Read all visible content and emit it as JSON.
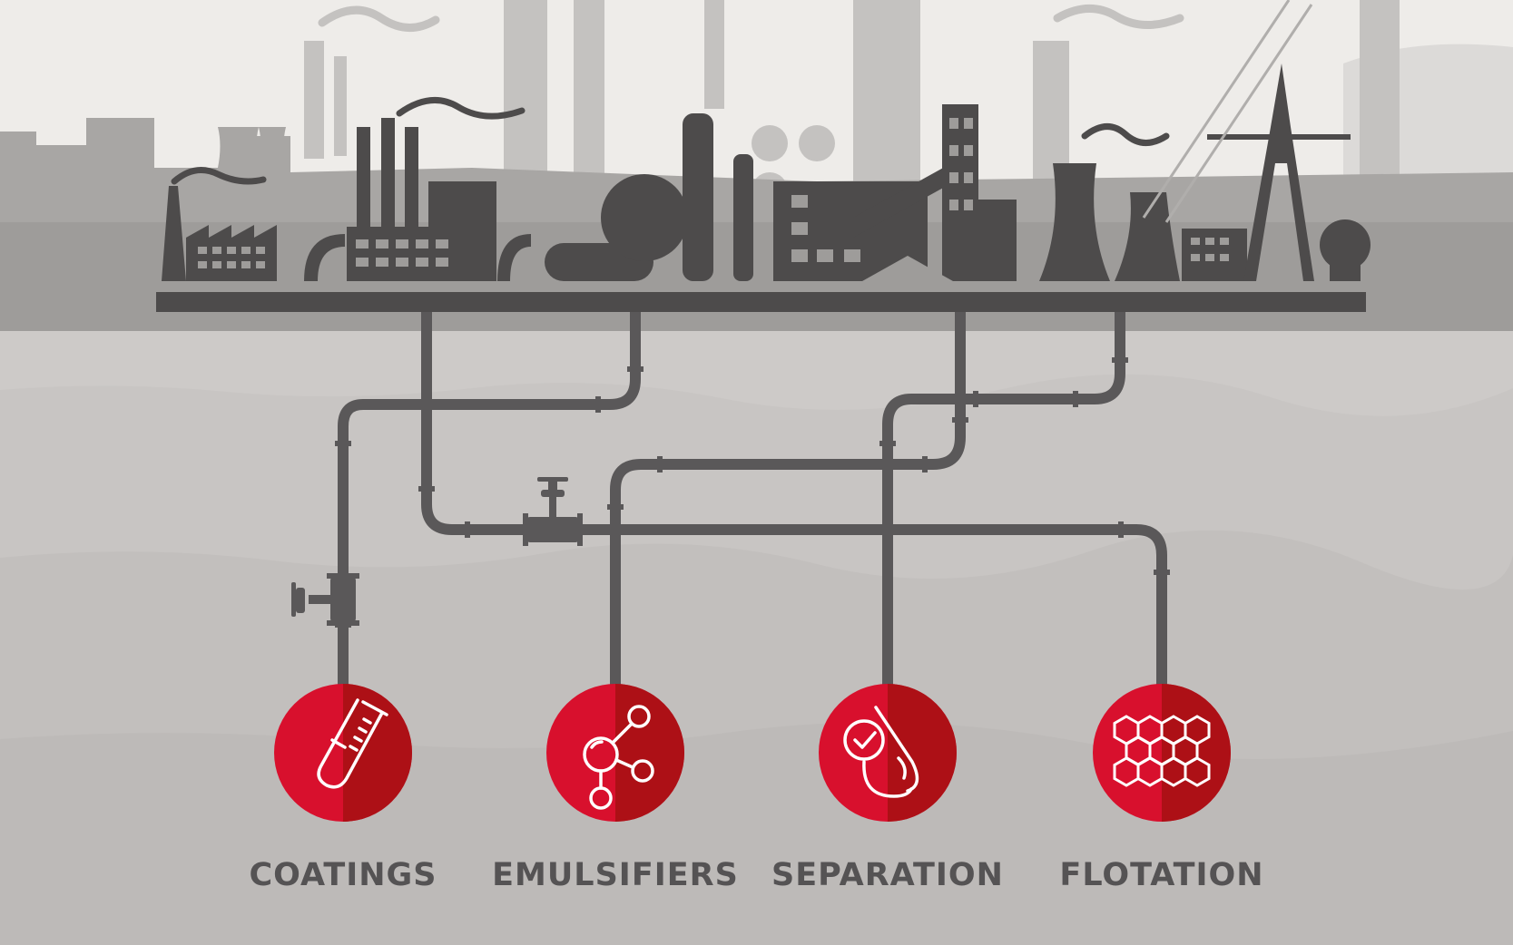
{
  "colors": {
    "sky": "#eeece9",
    "ground": "#c9c6c4",
    "skyline_far": "#b8b6b4",
    "skyline_mid": "#9e9c9a",
    "foreground_silhouette": "#4d4b4b",
    "pipe": "#5a5859",
    "circle_red": "#d8102d",
    "circle_dark_red": "#ad1016",
    "label_text": "#555354"
  },
  "applications": [
    {
      "label": "COATINGS",
      "icon": "test-tube-icon"
    },
    {
      "label": "EMULSIFIERS",
      "icon": "molecule-icon"
    },
    {
      "label": "SEPARATION",
      "icon": "droplet-check-icon"
    },
    {
      "label": "FLOTATION",
      "icon": "hexagon-cluster-icon"
    }
  ]
}
